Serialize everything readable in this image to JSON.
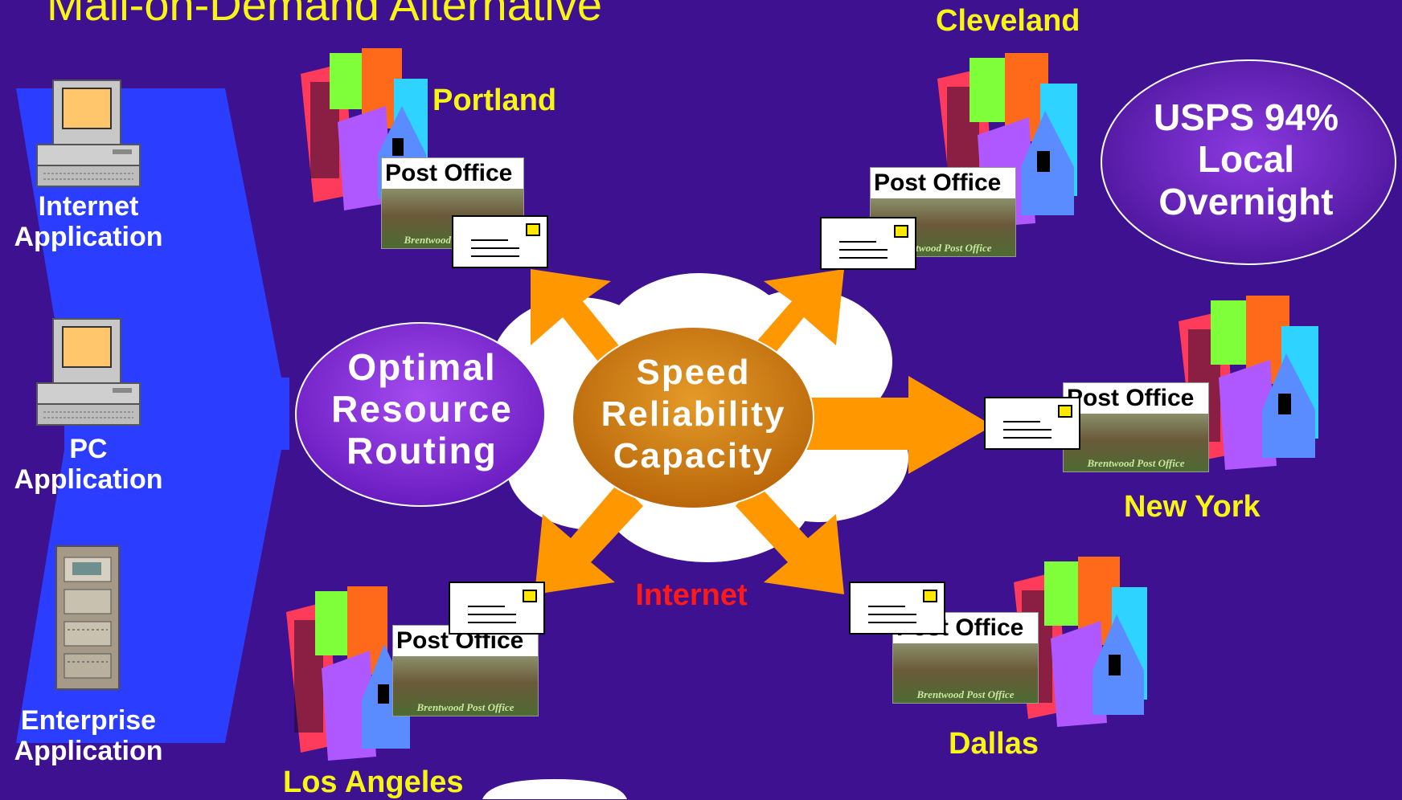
{
  "title": "Mail-on-Demand Alternative",
  "sources": [
    {
      "label": "Internet Application"
    },
    {
      "label": "PC Application"
    },
    {
      "label": "Enterprise Application"
    }
  ],
  "hub": {
    "routing": "Optimal Resource Routing",
    "core": "Speed Reliability Capacity",
    "network_label": "Internet"
  },
  "cities": {
    "portland": "Portland",
    "cleveland": "Cleveland",
    "new_york": "New York",
    "los_angeles": "Los Angeles",
    "dallas": "Dallas"
  },
  "post_office": {
    "label": "Post Office",
    "caption": "Brentwood Post Office"
  },
  "callout": "USPS 94% Local Overnight",
  "colors": {
    "background": "#3d1190",
    "funnel": "#2b3dff",
    "arrow": "#ff9800",
    "city_text": "#f8f515",
    "internet_text": "#ff1a1a",
    "routing_fill": "#8a2ce0",
    "core_fill": "#c97a10"
  }
}
